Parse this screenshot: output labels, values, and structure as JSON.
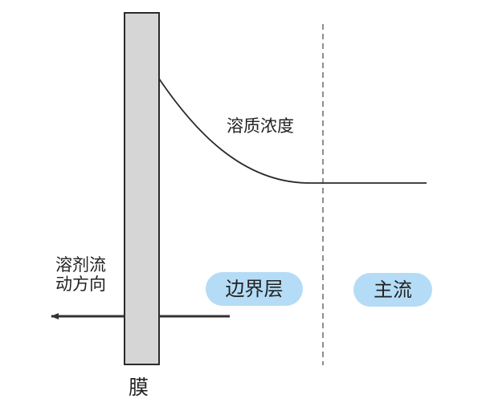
{
  "diagram": {
    "concentration_label": "溶质浓度",
    "solvent_flow_label": [
      "溶剂流",
      "动方向"
    ],
    "boundary_layer_label": "边界层",
    "bulk_flow_label": "主流",
    "membrane_label": "膜"
  },
  "colors": {
    "membrane_fill": "#d6d6d6",
    "outline": "#2b2b2b",
    "pill_fill": "#b5dcf6"
  }
}
